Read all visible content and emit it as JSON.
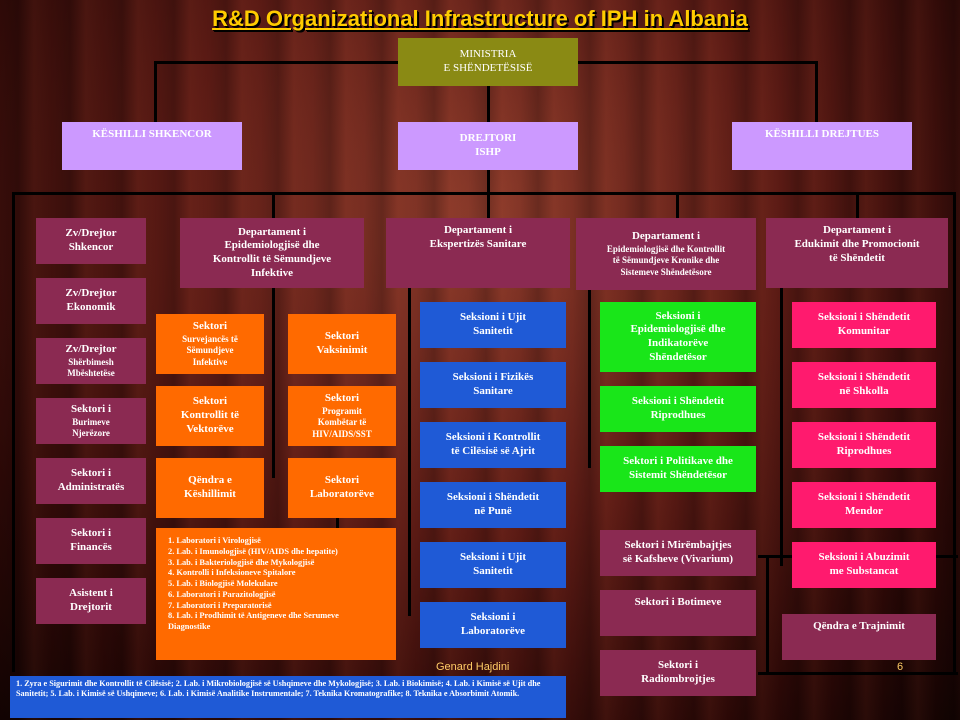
{
  "title": "R&D Organizational Infrastructure of IPH in Albania",
  "top": {
    "ministry": [
      "MINISTRIA",
      "E SHËNDETËSISË"
    ],
    "council_science": "KËSHILLI SHKENCOR",
    "director": [
      "DREJTORI",
      "ISHP"
    ],
    "council_board": "KËSHILLI DREJTUES"
  },
  "left_column": [
    {
      "lines": [
        "Zv/Drejtor",
        "Shkencor"
      ]
    },
    {
      "lines": [
        "Zv/Drejtor",
        "Ekonomik"
      ]
    },
    {
      "lines": [
        "Zv/Drejtor"
      ],
      "small": [
        "Shërbimesh",
        "Mbështetëse"
      ]
    },
    {
      "lines": [
        "Sektori i"
      ],
      "small": [
        "Burimeve",
        "Njerëzore"
      ]
    },
    {
      "lines": [
        "Sektori i",
        "Administratës"
      ]
    },
    {
      "lines": [
        "Sektori i",
        "Financës"
      ]
    },
    {
      "lines": [
        "Asistent i",
        "Drejtorit"
      ]
    }
  ],
  "departments": [
    {
      "lines": [
        "Departament i",
        "Epidemiologjisë dhe",
        "Kontrollit të Sëmundjeve",
        "Infektive"
      ]
    },
    {
      "lines": [
        "Departament i",
        "Ekspertizës Sanitare"
      ]
    },
    {
      "lines": [
        "Departament i"
      ],
      "small": [
        "Epidemiologjisë dhe Kontrollit",
        "të Sëmundjeve Kronike dhe",
        "Sistemeve Shëndetësore"
      ]
    },
    {
      "lines": [
        "Departament i",
        "Edukimit dhe Promocionit",
        "të Shëndetit"
      ]
    }
  ],
  "dept1_sectors": [
    {
      "lines": [
        "Sektori"
      ],
      "small": [
        "Survejancës të",
        "Sëmundjeve",
        "Infektive"
      ]
    },
    {
      "lines": [
        "Sektori",
        "Vaksinimit"
      ]
    },
    {
      "lines": [
        "Sektori",
        "Kontrollit të",
        "Vektorëve"
      ]
    },
    {
      "lines": [
        "Sektori"
      ],
      "small": [
        "Programit",
        "Kombëtar të",
        "HIV/AIDS/SST"
      ]
    },
    {
      "lines": [
        "Qëndra e",
        "Këshillimit"
      ]
    },
    {
      "lines": [
        "Sektori",
        "Laboratorëve"
      ]
    }
  ],
  "lab_list": [
    "1. Laboratori i Virologjisë",
    "2. Lab. i Imunologjisë (HIV/AIDS dhe hepatite)",
    "3. Lab. i Bakteriologjisë dhe Mykologjisë",
    "4. Kontrolli i Infeksioneve Spitalore",
    "5. Lab. i Biologjisë Molekulare",
    "6. Laboratori i Parazitologjisë",
    "7. Laboratori i Preparatorisë",
    "8. Lab. i Prodhimit të Antigeneve dhe Serumeve",
    "    Diagnostike"
  ],
  "dept2_sections": [
    [
      "Seksioni i Ujit",
      "Sanitetit"
    ],
    [
      "Seksioni i Fizikës",
      "Sanitare"
    ],
    [
      "Seksioni i Kontrollit",
      "të Cilësisë së Ajrit"
    ],
    [
      "Seksioni i Shëndetit",
      "në Punë"
    ],
    [
      "Seksioni i Ujit",
      "Sanitetit"
    ],
    [
      "Seksioni i",
      "Laboratorëve"
    ]
  ],
  "dept3_sections": [
    [
      "Seksioni i",
      "Epidemiologjisë dhe",
      "Indikatorëve",
      "Shëndetësor"
    ],
    [
      "Seksioni i Shëndetit",
      "Riprodhues"
    ],
    [
      "Sektori i Politikave dhe",
      "Sistemit Shëndetësor"
    ]
  ],
  "support_sectors": [
    [
      "Sektori i Mirëmbajtjes",
      "së Kafsheve (Vivarium)"
    ],
    [
      "Sektori i Botimeve"
    ],
    [
      "Sektori i",
      "Radiombrojtjes"
    ]
  ],
  "dept4_sections": [
    [
      "Seksioni i Shëndetit",
      "Komunitar"
    ],
    [
      "Seksioni i Shëndetit",
      "në Shkolla"
    ],
    [
      "Seksioni i Shëndetit",
      "Riprodhues"
    ],
    [
      "Seksioni i Shëndetit",
      "Mendor"
    ],
    [
      "Seksioni i Abuzimit",
      "me Substancat"
    ]
  ],
  "training_center": "Qëndra e Trajnimit",
  "footnote": "1. Zyra e Sigurimit dhe Kontrollit të Cilësisë; 2. Lab. i Mikrobiologjisë së Ushqimeve dhe Mykologjisë; 3. Lab. i Biokimisë; 4. Lab. i Kimisë së Ujit dhe Sanitetit; 5. Lab. i Kimisë së Ushqimeve; 6. Lab. i Kimisë Analitike Instrumentale; 7. Teknika Kromatografike; 8. Teknika e Absorbimit Atomik.",
  "footer": {
    "author": "Genard Hajdini",
    "page": "6"
  },
  "colors": {
    "title": "#ffcc00",
    "maroon": "#8b2a52",
    "olive": "#8a8a14",
    "lavender": "#cc99ff",
    "orange": "#ff6a00",
    "blue": "#1f5ad6",
    "green": "#19e619",
    "pink": "#ff1a6e"
  }
}
